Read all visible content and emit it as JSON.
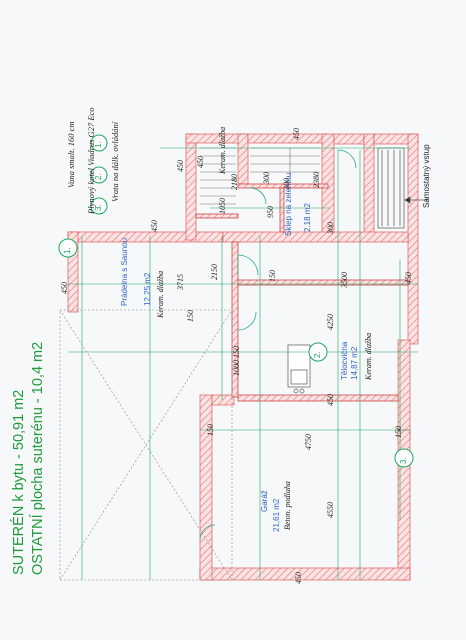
{
  "titles": {
    "line1": "SUTERÉN k bytu - 50,91 m2",
    "line2": "OSTATNÍ plocha suterénu - 10,4 m2"
  },
  "legend": [
    {
      "num": "1.",
      "text": "Vana smalt. 160 cm"
    },
    {
      "num": "2.",
      "text": "Plynový kotel Viadrus G27 Eco"
    },
    {
      "num": "3.",
      "text": "Vrata na dálk. ovládání"
    }
  ],
  "rooms": {
    "pradelna": {
      "name": "Prádelna s Saunou",
      "area": "12,25 m2",
      "floor": "Keram. dlažba"
    },
    "sklep": {
      "name": "Sklep na zeleninu",
      "area": "2,18 m2"
    },
    "telocvicna": {
      "name": "Tělocvična",
      "area": "14,87 m2",
      "floor": "Keram. dlažba"
    },
    "garaz": {
      "name": "Garáž",
      "area": "21,61 m2",
      "floor": "Beton. podlaha"
    },
    "stairs": {
      "floor": "Keram. dlažba"
    }
  },
  "entrance": "Samostatný vstup",
  "markers": [
    "1.",
    "2.",
    "3."
  ],
  "dims": {
    "d450a": "450",
    "d2180": "2180",
    "d300a": "300",
    "d2380": "2380",
    "d450b": "450",
    "d1050": "1050",
    "d950": "950",
    "d300b": "300",
    "d300c": "300",
    "d450c": "450",
    "d3715": "3715",
    "d2150": "2150",
    "d150a": "150",
    "d3500": "3500",
    "d450d": "450",
    "d150b": "150",
    "d4250": "4250",
    "d1000_150": "1000 150",
    "d450e": "450",
    "d150c": "150",
    "d4750": "4750",
    "d150d": "150",
    "d4550": "4550",
    "d450f": "450",
    "d450g": "450",
    "d450h": "450"
  },
  "colors": {
    "wall_hatch": "#e86f74",
    "title_green": "#1f9a3d",
    "label_blue": "#2f63c8",
    "dim_line": "#1aa860"
  }
}
